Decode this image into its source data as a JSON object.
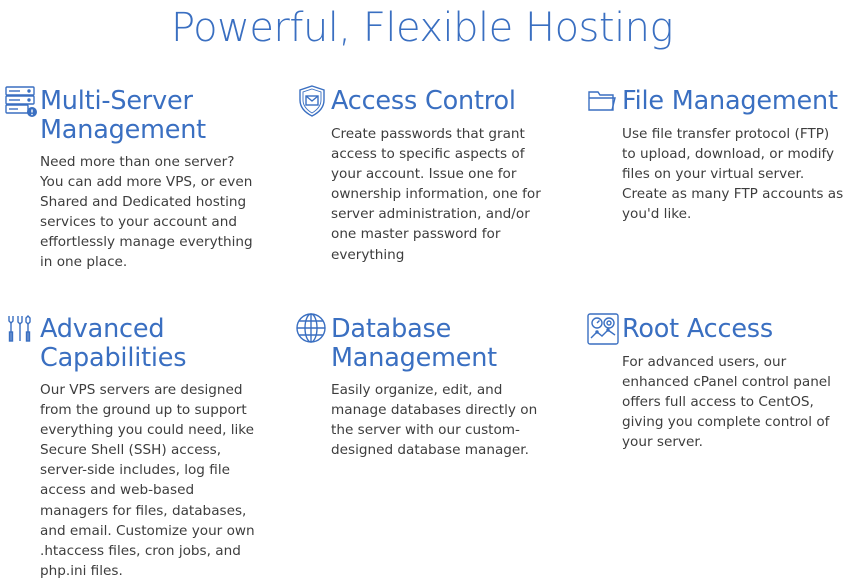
{
  "page": {
    "title": "Powerful, Flexible Hosting"
  },
  "colors": {
    "accent": "#3a6fc1",
    "body_text": "#3d3d3d"
  },
  "features": [
    {
      "icon": "server-rack-icon",
      "title": "Multi-Server Management",
      "description": "Need more than one server? You can add more VPS, or even Shared and Dedicated hosting services to your account and effortlessly manage everything in one place."
    },
    {
      "icon": "shield-envelope-icon",
      "title": "Access Control",
      "description": "Create passwords that grant access to specific aspects of your account. Issue one for ownership information, one for server administration, and/or one master password for everything"
    },
    {
      "icon": "folder-icon",
      "title": "File Management",
      "description": "Use file transfer protocol (FTP) to upload, download, or modify files on your virtual server. Create as many FTP accounts as you'd like."
    },
    {
      "icon": "tools-icon",
      "title": "Advanced Capabilities",
      "description": "Our VPS servers are designed from the ground up to support everything you could need, like Secure Shell (SSH) access, server-side includes, log file access and web-based managers for files, databases, and email. Customize your own .htaccess files, cron jobs, and php.ini files."
    },
    {
      "icon": "globe-icon",
      "title": "Database Management",
      "description": "Easily organize, edit, and manage databases directly on the server with our custom-designed database manager."
    },
    {
      "icon": "control-panel-icon",
      "title": "Root Access",
      "description": "For advanced users, our enhanced cPanel control panel offers full access to CentOS, giving you complete control of your server."
    }
  ]
}
